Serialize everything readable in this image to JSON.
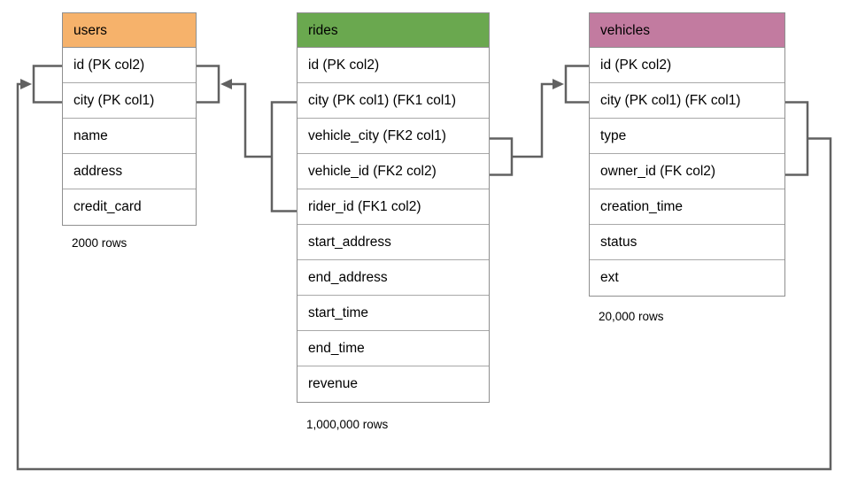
{
  "tables": {
    "users": {
      "title": "users",
      "header_color": "#F6B26B",
      "columns": [
        "id (PK col2)",
        "city (PK col1)",
        "name",
        "address",
        "credit_card"
      ],
      "row_count": "2000 rows"
    },
    "rides": {
      "title": "rides",
      "header_color": "#6AA84F",
      "columns": [
        "id (PK col2)",
        "city (PK col1) (FK1 col1)",
        "vehicle_city (FK2 col1)",
        "vehicle_id (FK2 col2)",
        "rider_id (FK1 col2)",
        "start_address",
        "end_address",
        "start_time",
        "end_time",
        "revenue"
      ],
      "row_count": "1,000,000 rows"
    },
    "vehicles": {
      "title": "vehicles",
      "header_color": "#C27BA0",
      "columns": [
        "id (PK col2)",
        "city (PK col1) (FK col1)",
        "type",
        "owner_id (FK col2)",
        "creation_time",
        "status",
        "ext"
      ],
      "row_count": "20,000 rows"
    }
  },
  "relationships": [
    {
      "label": "FK1",
      "from_table": "rides",
      "from_columns": [
        "city (PK col1) (FK1 col1)",
        "rider_id (FK1 col2)"
      ],
      "to_table": "users",
      "to_columns": [
        "id (PK col2)",
        "city (PK col1)"
      ]
    },
    {
      "label": "FK2",
      "from_table": "rides",
      "from_columns": [
        "vehicle_city (FK2 col1)",
        "vehicle_id (FK2 col2)"
      ],
      "to_table": "vehicles",
      "to_columns": [
        "id (PK col2)",
        "city (PK col1) (FK col1)"
      ]
    },
    {
      "label": "FK",
      "from_table": "vehicles",
      "from_columns": [
        "city (PK col1) (FK col1)",
        "owner_id (FK col2)"
      ],
      "to_table": "users",
      "to_columns": [
        "id (PK col2)",
        "city (PK col1)"
      ]
    }
  ],
  "colors": {
    "users_header": "#F6B26B",
    "rides_header": "#6AA84F",
    "vehicles_header": "#C27BA0",
    "connector": "#616161",
    "table_border": "#8f8f8f",
    "row_divider": "#a8a8a8",
    "text": "#000000",
    "background": "#ffffff"
  }
}
